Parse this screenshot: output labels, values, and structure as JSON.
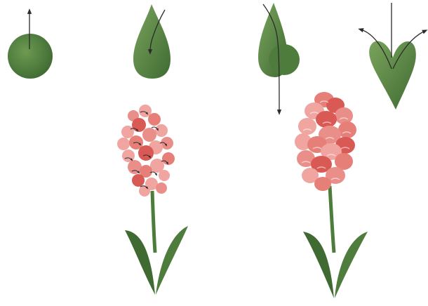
{
  "colors": {
    "background": "#ffffff",
    "leaf_dark": "#3f6b33",
    "leaf_mid": "#5c8a45",
    "leaf_light": "#7aa35c",
    "blossom_pale": "#f0a5a0",
    "blossom_mid": "#e57f78",
    "blossom_deep": "#d95a55",
    "arrow": "#2b2b2b"
  },
  "steps": [
    {
      "name": "circle-stroke",
      "icon": "green-circle-with-up-arrow"
    },
    {
      "name": "teardrop-stroke",
      "icon": "green-teardrop-with-curved-arrow"
    },
    {
      "name": "combined-stroke",
      "icon": "teardrop-and-circle-with-down-arrow"
    },
    {
      "name": "heart-leaf-stroke",
      "icon": "heart-leaf-with-split-arrows"
    }
  ],
  "flowers": [
    {
      "name": "hyacinth-stroke-guide",
      "icon": "hyacinth-with-arrows"
    },
    {
      "name": "hyacinth-finished",
      "icon": "hyacinth-painted"
    }
  ]
}
